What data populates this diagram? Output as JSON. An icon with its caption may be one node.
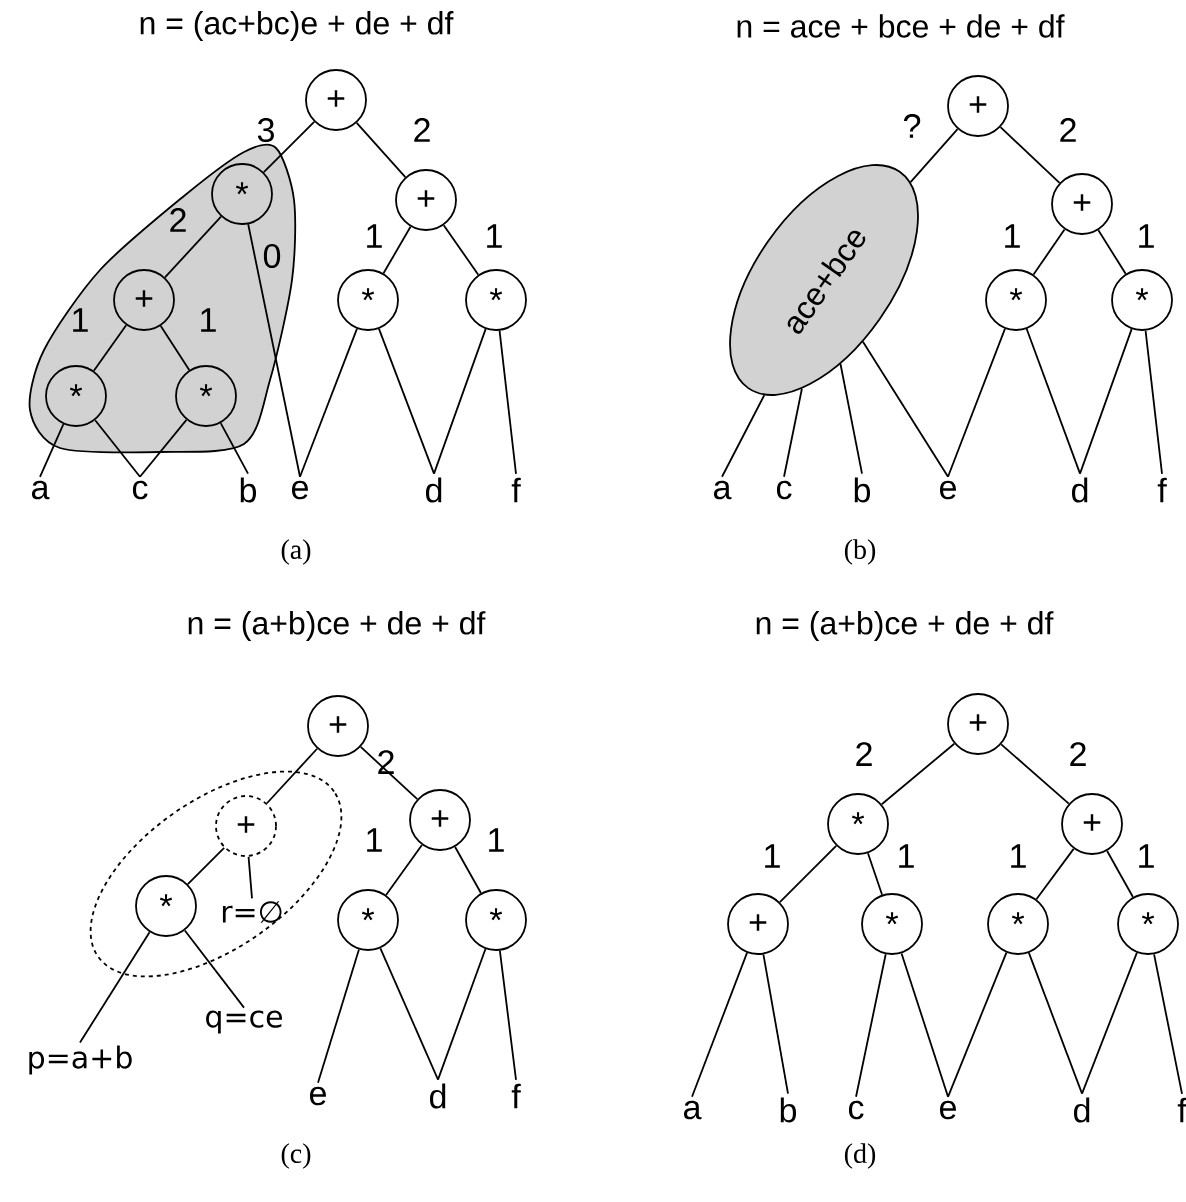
{
  "diagram": {
    "nodes": [
      {
        "text": [
          "+"
        ]
      },
      {
        "text": [],
        "shape": "blob"
      },
      {
        "text": [
          "*"
        ],
        "in": 1
      },
      {
        "text": [
          "+"
        ],
        "in": 1
      },
      {
        "text": [
          "*"
        ],
        "in": 1
      },
      {
        "text": [
          "*"
        ],
        "in": 1
      },
      {
        "text": [
          "+"
        ]
      },
      {
        "text": [
          "*"
        ]
      },
      {
        "text": [
          "*"
        ]
      },
      {
        "text": [
          "a"
        ]
      },
      {
        "text": [
          "c"
        ]
      },
      {
        "text": [
          "b"
        ]
      },
      {
        "text": [
          "e"
        ]
      },
      {
        "text": [
          "d"
        ]
      },
      {
        "text": [
          "f"
        ]
      },
      {
        "text": [
          "+"
        ]
      },
      {
        "text": [
          "ace+bce"
        ]
      },
      {
        "text": [
          "+"
        ]
      },
      {
        "text": [
          "*"
        ]
      },
      {
        "text": [
          "*"
        ]
      },
      {
        "text": [
          "a"
        ]
      },
      {
        "text": [
          "c"
        ]
      },
      {
        "text": [
          "b"
        ]
      },
      {
        "text": [
          "e"
        ]
      },
      {
        "text": [
          "d"
        ]
      },
      {
        "text": [
          "f"
        ]
      },
      {
        "text": [
          "+"
        ]
      },
      {
        "text": [],
        "shape": "ellipse"
      },
      {
        "text": [
          "+"
        ],
        "in": 27
      },
      {
        "text": [
          "*"
        ],
        "in": 27
      },
      {
        "text": [
          "r=∅"
        ],
        "in": 27
      },
      {
        "text": [
          "+"
        ]
      },
      {
        "text": [
          "*"
        ]
      },
      {
        "text": [
          "*"
        ]
      },
      {
        "text": [
          "p=a+b"
        ]
      },
      {
        "text": [
          "q=ce"
        ]
      },
      {
        "text": [
          "e"
        ]
      },
      {
        "text": [
          "d"
        ]
      },
      {
        "text": [
          "f"
        ]
      },
      {
        "text": [
          "+"
        ]
      },
      {
        "text": [
          "*"
        ]
      },
      {
        "text": [
          "+"
        ]
      },
      {
        "text": [
          "+"
        ]
      },
      {
        "text": [
          "*"
        ]
      },
      {
        "text": [
          "*"
        ]
      },
      {
        "text": [
          "*"
        ]
      },
      {
        "text": [
          "a"
        ]
      },
      {
        "text": [
          "b"
        ]
      },
      {
        "text": [
          "c"
        ]
      },
      {
        "text": [
          "e"
        ]
      },
      {
        "text": [
          "d"
        ]
      },
      {
        "text": [
          "f"
        ]
      }
    ],
    "edges": [
      {
        "from": 0,
        "to": 2,
        "arrow": "none",
        "label": "3"
      },
      {
        "from": 0,
        "to": 6,
        "arrow": "none",
        "label": "2"
      },
      {
        "from": 2,
        "to": 3,
        "arrow": "none",
        "label": "2"
      },
      {
        "from": 2,
        "to": 12,
        "arrow": "none",
        "label": "0"
      },
      {
        "from": 3,
        "to": 4,
        "arrow": "none",
        "label": "1"
      },
      {
        "from": 3,
        "to": 5,
        "arrow": "none",
        "label": "1"
      },
      {
        "from": 4,
        "to": 9,
        "arrow": "none"
      },
      {
        "from": 4,
        "to": 10,
        "arrow": "none"
      },
      {
        "from": 5,
        "to": 10,
        "arrow": "none"
      },
      {
        "from": 5,
        "to": 11,
        "arrow": "none"
      },
      {
        "from": 6,
        "to": 7,
        "arrow": "none",
        "label": "1"
      },
      {
        "from": 6,
        "to": 8,
        "arrow": "none",
        "label": "1"
      },
      {
        "from": 7,
        "to": 12,
        "arrow": "none"
      },
      {
        "from": 7,
        "to": 13,
        "arrow": "none"
      },
      {
        "from": 8,
        "to": 13,
        "arrow": "none"
      },
      {
        "from": 8,
        "to": 14,
        "arrow": "none"
      },
      {
        "from": 15,
        "to": 16,
        "arrow": "none",
        "label": "?"
      },
      {
        "from": 15,
        "to": 17,
        "arrow": "none",
        "label": "2"
      },
      {
        "from": 16,
        "to": 20,
        "arrow": "none"
      },
      {
        "from": 16,
        "to": 21,
        "arrow": "none"
      },
      {
        "from": 16,
        "to": 22,
        "arrow": "none"
      },
      {
        "from": 16,
        "to": 23,
        "arrow": "none"
      },
      {
        "from": 17,
        "to": 18,
        "arrow": "none",
        "label": "1"
      },
      {
        "from": 17,
        "to": 19,
        "arrow": "none",
        "label": "1"
      },
      {
        "from": 18,
        "to": 23,
        "arrow": "none"
      },
      {
        "from": 18,
        "to": 24,
        "arrow": "none"
      },
      {
        "from": 19,
        "to": 24,
        "arrow": "none"
      },
      {
        "from": 19,
        "to": 25,
        "arrow": "none"
      },
      {
        "from": 26,
        "to": 28,
        "arrow": "none"
      },
      {
        "from": 26,
        "to": 31,
        "arrow": "none",
        "label": "2"
      },
      {
        "from": 28,
        "to": 29,
        "arrow": "none"
      },
      {
        "from": 28,
        "to": 30,
        "arrow": "none"
      },
      {
        "from": 29,
        "to": 34,
        "arrow": "none"
      },
      {
        "from": 29,
        "to": 35,
        "arrow": "none"
      },
      {
        "from": 31,
        "to": 32,
        "arrow": "none",
        "label": "1"
      },
      {
        "from": 31,
        "to": 33,
        "arrow": "none",
        "label": "1"
      },
      {
        "from": 32,
        "to": 36,
        "arrow": "none"
      },
      {
        "from": 32,
        "to": 37,
        "arrow": "none"
      },
      {
        "from": 33,
        "to": 37,
        "arrow": "none"
      },
      {
        "from": 33,
        "to": 38,
        "arrow": "none"
      },
      {
        "from": 39,
        "to": 40,
        "arrow": "none",
        "label": "2"
      },
      {
        "from": 39,
        "to": 41,
        "arrow": "none",
        "label": "2"
      },
      {
        "from": 40,
        "to": 42,
        "arrow": "none",
        "label": "1"
      },
      {
        "from": 40,
        "to": 43,
        "arrow": "none",
        "label": "1"
      },
      {
        "from": 41,
        "to": 44,
        "arrow": "none",
        "label": "1"
      },
      {
        "from": 41,
        "to": 45,
        "arrow": "none",
        "label": "1"
      },
      {
        "from": 42,
        "to": 46,
        "arrow": "none"
      },
      {
        "from": 42,
        "to": 47,
        "arrow": "none"
      },
      {
        "from": 43,
        "to": 48,
        "arrow": "none"
      },
      {
        "from": 43,
        "to": 49,
        "arrow": "none"
      },
      {
        "from": 44,
        "to": 49,
        "arrow": "none"
      },
      {
        "from": 44,
        "to": 50,
        "arrow": "none"
      },
      {
        "from": 45,
        "to": 50,
        "arrow": "none"
      },
      {
        "from": 45,
        "to": 51,
        "arrow": "none"
      }
    ],
    "labels": [
      "n = (ac+bc)e + de + df",
      "n = ace + bce + de + df",
      "(a)",
      "(b)",
      "n = (a+b)ce + de + df",
      "n = (a+b)ce + de + df",
      "(c)",
      "(d)"
    ]
  }
}
